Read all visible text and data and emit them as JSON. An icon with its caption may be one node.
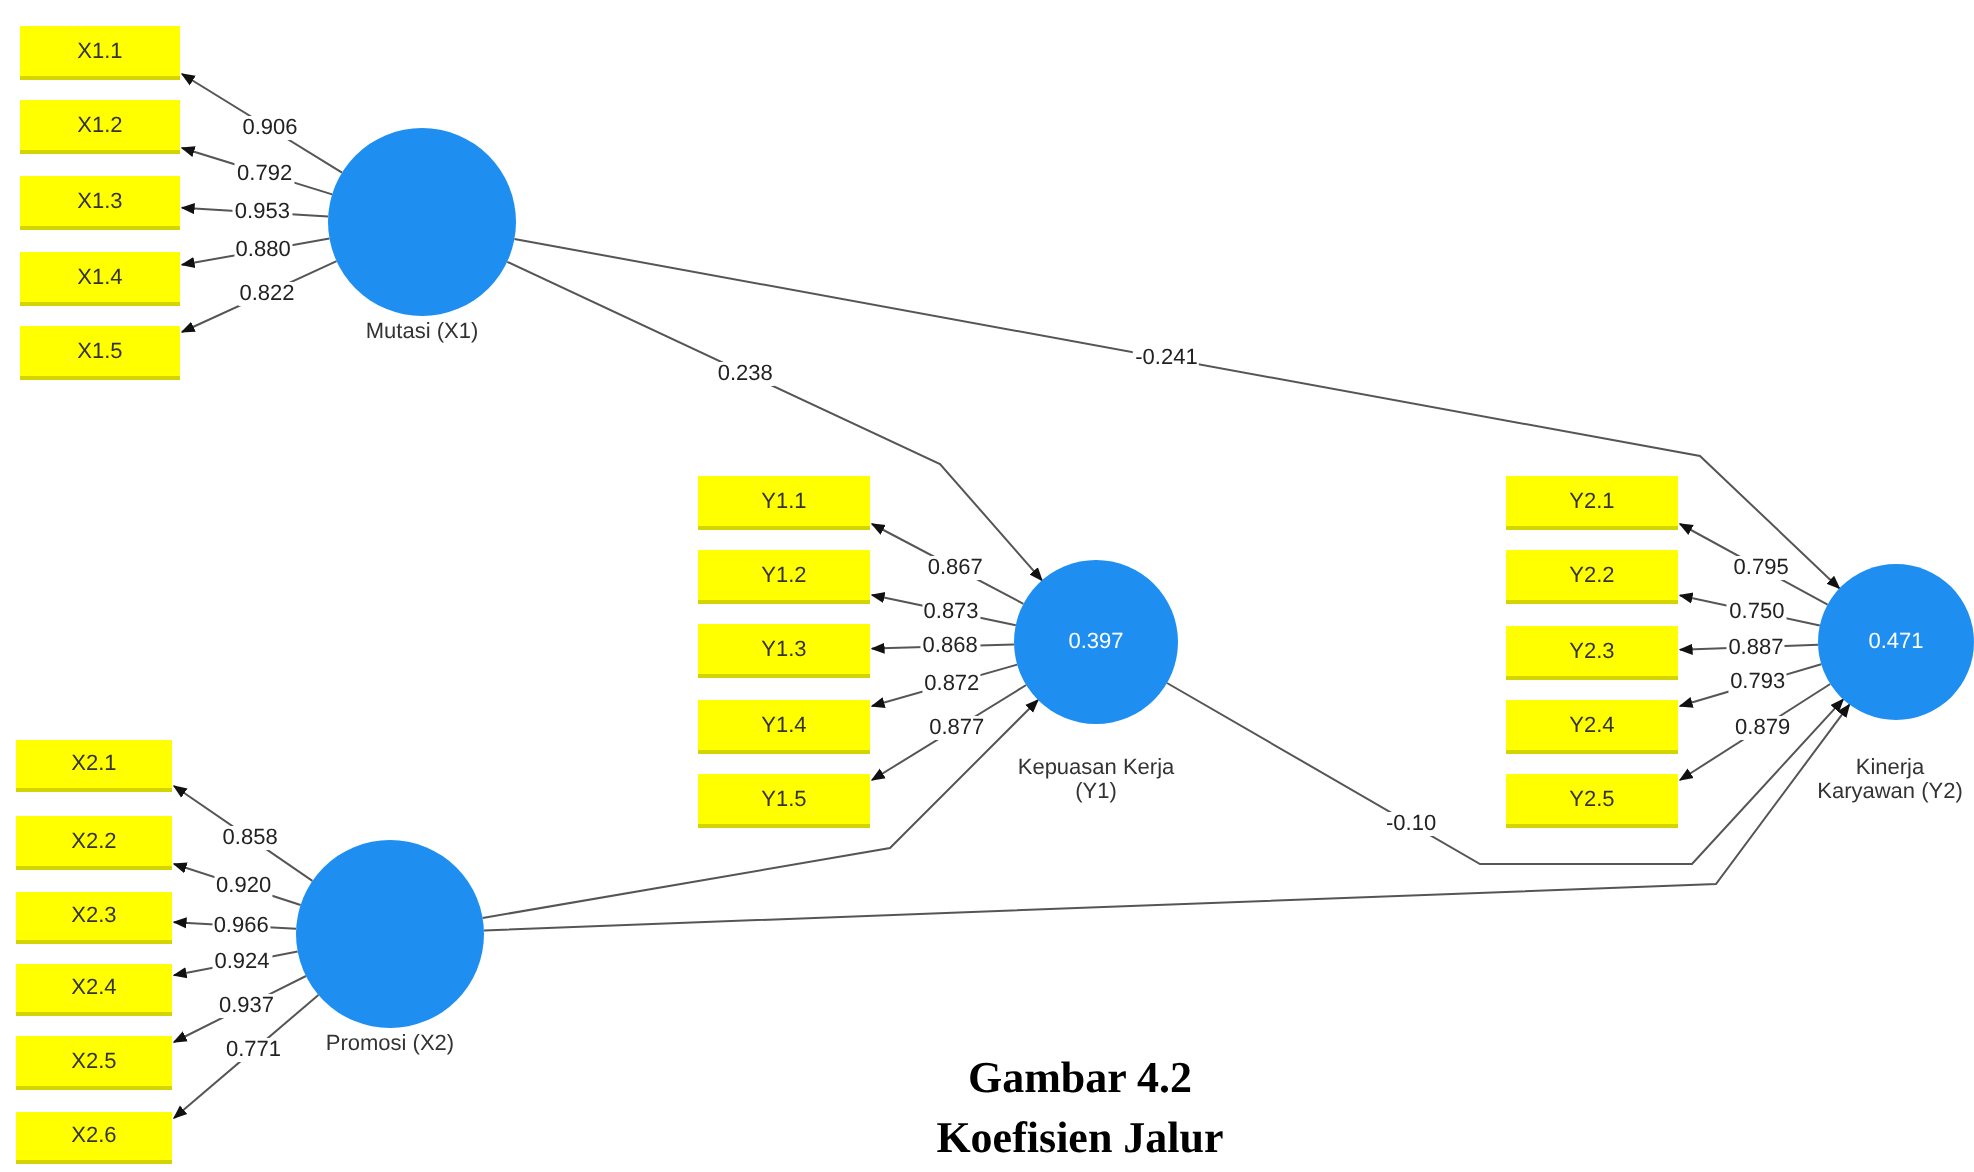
{
  "diagram": {
    "title": "Gambar 4.2",
    "caption": "Koefisien Jalur",
    "nodes": [
      {
        "text": [
          "X1.1"
        ]
      },
      {
        "text": [
          "X1.2"
        ]
      },
      {
        "text": [
          "X1.3"
        ]
      },
      {
        "text": [
          "X1.4"
        ]
      },
      {
        "text": [
          "X1.5"
        ]
      },
      {
        "text": [
          "Mutasi (X1)"
        ]
      },
      {
        "text": [
          "Y1.1"
        ]
      },
      {
        "text": [
          "Y1.2"
        ]
      },
      {
        "text": [
          "Y1.3"
        ]
      },
      {
        "text": [
          "Y1.4"
        ]
      },
      {
        "text": [
          "Y1.5"
        ]
      },
      {
        "text": [
          "0.397",
          "Kepuasan Kerja (Y1)"
        ]
      },
      {
        "text": [
          "Y2.1"
        ]
      },
      {
        "text": [
          "Y2.2"
        ]
      },
      {
        "text": [
          "Y2.3"
        ]
      },
      {
        "text": [
          "Y2.4"
        ]
      },
      {
        "text": [
          "Y2.5"
        ]
      },
      {
        "text": [
          "0.471",
          "Kinerja Karyawan (Y2)"
        ]
      },
      {
        "text": [
          "X2.1"
        ]
      },
      {
        "text": [
          "X2.2"
        ]
      },
      {
        "text": [
          "X2.3"
        ]
      },
      {
        "text": [
          "X2.4"
        ]
      },
      {
        "text": [
          "X2.5"
        ]
      },
      {
        "text": [
          "X2.6"
        ]
      },
      {
        "text": [
          "Promosi (X2)"
        ]
      }
    ],
    "edges": [
      {
        "from": 5,
        "to": 0,
        "arrow": "to",
        "label": "0.906"
      },
      {
        "from": 5,
        "to": 1,
        "arrow": "to",
        "label": "0.792"
      },
      {
        "from": 5,
        "to": 2,
        "arrow": "to",
        "label": "0.953"
      },
      {
        "from": 5,
        "to": 3,
        "arrow": "to",
        "label": "0.880"
      },
      {
        "from": 5,
        "to": 4,
        "arrow": "to",
        "label": "0.822"
      },
      {
        "from": 11,
        "to": 6,
        "arrow": "to",
        "label": "0.867"
      },
      {
        "from": 11,
        "to": 7,
        "arrow": "to",
        "label": "0.873"
      },
      {
        "from": 11,
        "to": 8,
        "arrow": "to",
        "label": "0.868"
      },
      {
        "from": 11,
        "to": 9,
        "arrow": "to",
        "label": "0.872"
      },
      {
        "from": 11,
        "to": 10,
        "arrow": "to",
        "label": "0.877"
      },
      {
        "from": 17,
        "to": 12,
        "arrow": "to",
        "label": "0.795"
      },
      {
        "from": 17,
        "to": 13,
        "arrow": "to",
        "label": "0.750"
      },
      {
        "from": 17,
        "to": 14,
        "arrow": "to",
        "label": "0.887"
      },
      {
        "from": 17,
        "to": 15,
        "arrow": "to",
        "label": "0.793"
      },
      {
        "from": 17,
        "to": 16,
        "arrow": "to",
        "label": "0.879"
      },
      {
        "from": 24,
        "to": 18,
        "arrow": "to",
        "label": "0.858"
      },
      {
        "from": 24,
        "to": 19,
        "arrow": "to",
        "label": "0.920"
      },
      {
        "from": 24,
        "to": 20,
        "arrow": "to",
        "label": "0.966"
      },
      {
        "from": 24,
        "to": 21,
        "arrow": "to",
        "label": "0.924"
      },
      {
        "from": 24,
        "to": 22,
        "arrow": "to",
        "label": "0.937"
      },
      {
        "from": 24,
        "to": 23,
        "arrow": "to",
        "label": "0.771"
      },
      {
        "from": 5,
        "to": 11,
        "arrow": "to",
        "label": "0.238"
      },
      {
        "from": 5,
        "to": 17,
        "arrow": "to",
        "label": "-0.241"
      },
      {
        "from": 11,
        "to": 17,
        "arrow": "to",
        "label": "-0.10"
      },
      {
        "from": 24,
        "to": 11,
        "arrow": "to"
      },
      {
        "from": 24,
        "to": 17,
        "arrow": "to"
      }
    ]
  }
}
